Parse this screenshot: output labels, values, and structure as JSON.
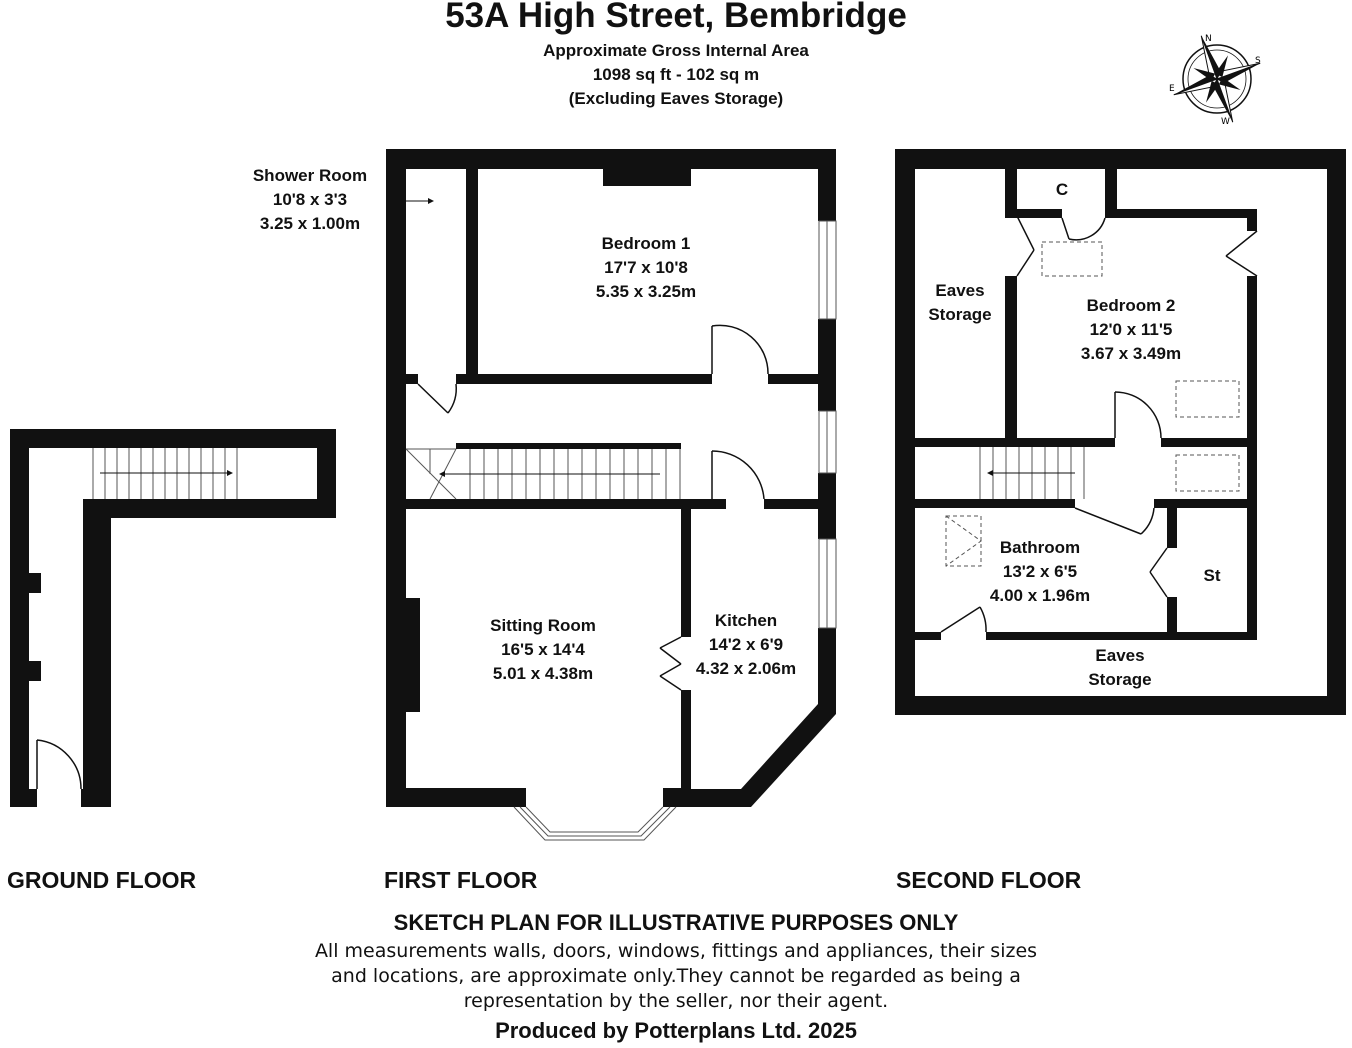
{
  "header": {
    "title": "53A High Street, Bembridge",
    "area_heading": "Approximate Gross Internal Area",
    "area_value": "1098 sq ft - 102 sq m",
    "area_note": "(Excluding Eaves Storage)"
  },
  "compass": {
    "icon": "compass-rose-icon",
    "points": [
      "N",
      "E",
      "S",
      "W"
    ]
  },
  "floors": {
    "ground": {
      "label": "GROUND FLOOR"
    },
    "first": {
      "label": "FIRST FLOOR",
      "shower_room": {
        "name": "Shower Room",
        "imperial": "10'8 x 3'3",
        "metric": "3.25 x 1.00m"
      },
      "bedroom_1": {
        "name": "Bedroom 1",
        "imperial": "17'7 x 10'8",
        "metric": "5.35 x 3.25m"
      },
      "sitting_room": {
        "name": "Sitting Room",
        "imperial": "16'5 x 14'4",
        "metric": "5.01 x 4.38m"
      },
      "kitchen": {
        "name": "Kitchen",
        "imperial": "14'2 x 6'9",
        "metric": "4.32 x 2.06m"
      }
    },
    "second": {
      "label": "SECOND FLOOR",
      "cupboard": "C",
      "eaves_left": {
        "line1": "Eaves",
        "line2": "Storage"
      },
      "bedroom_2": {
        "name": "Bedroom 2",
        "imperial": "12'0 x 11'5",
        "metric": "3.67 x 3.49m"
      },
      "bathroom": {
        "name": "Bathroom",
        "imperial": "13'2 x 6'5",
        "metric": "4.00 x 1.96m"
      },
      "store": "St",
      "eaves_bottom": {
        "line1": "Eaves",
        "line2": "Storage"
      }
    }
  },
  "disclaimer": {
    "heading": "SKETCH PLAN FOR ILLUSTRATIVE PURPOSES ONLY",
    "line1": "All measurements walls, doors, windows, fittings and appliances, their sizes",
    "line2": "and locations, are approximate only.They cannot be regarded as being a",
    "line3": "representation by the seller, nor their agent."
  },
  "credit": "Produced by Potterplans Ltd. 2025",
  "colors": {
    "wall": "#111111",
    "background": "#ffffff"
  }
}
